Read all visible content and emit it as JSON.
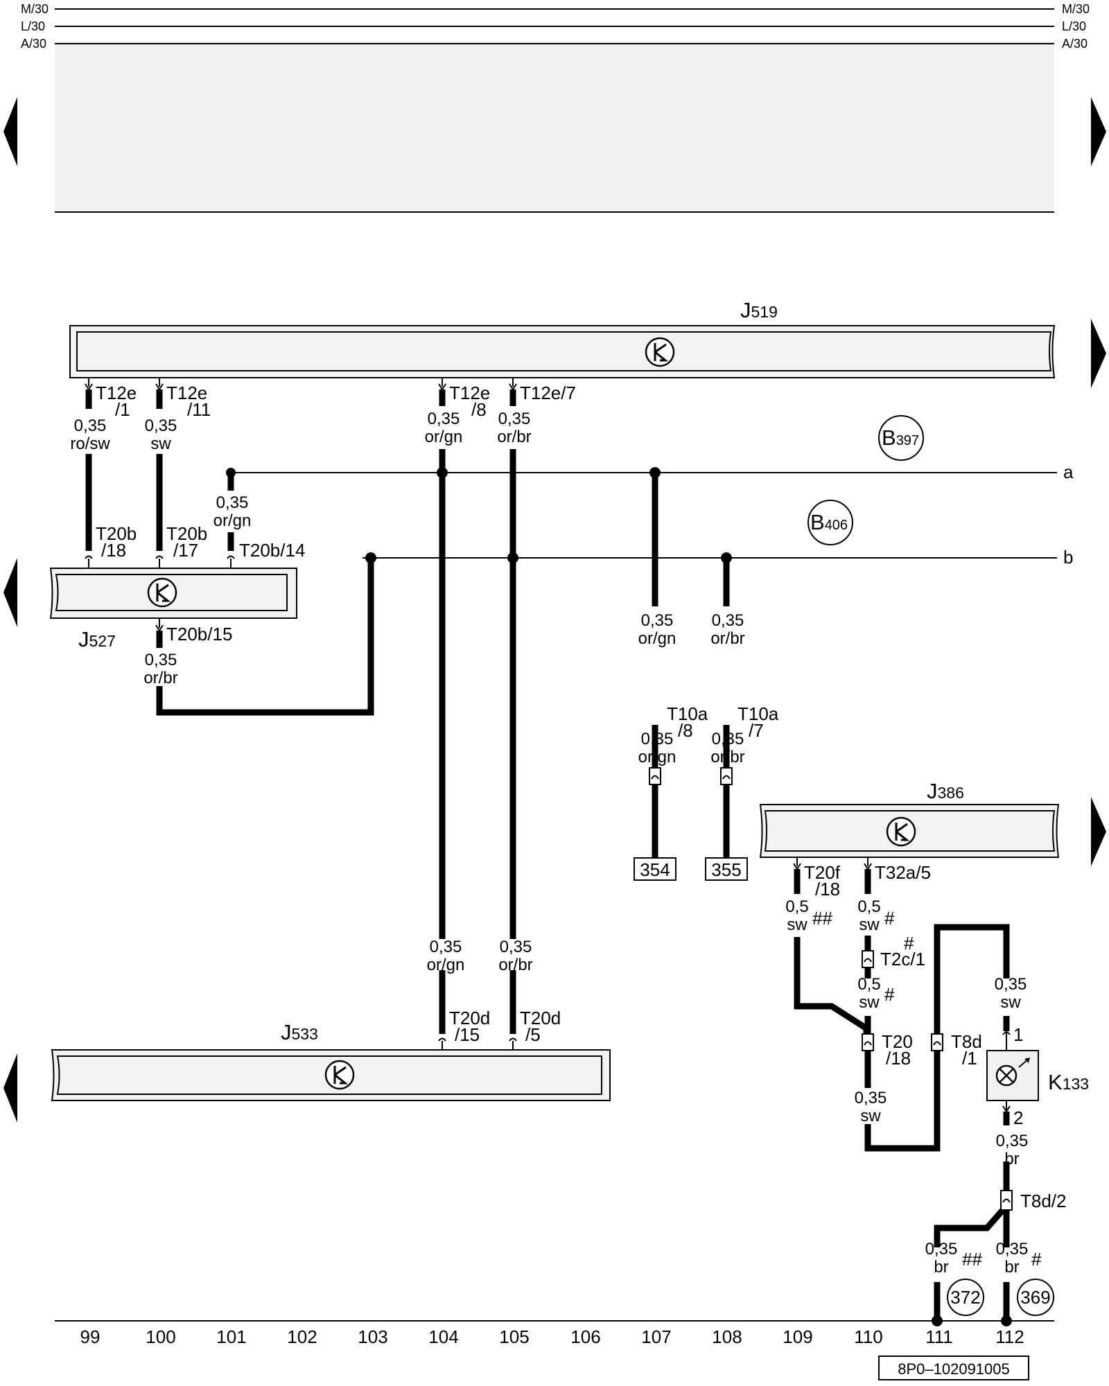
{
  "bus_lines": {
    "m30": "M/30",
    "l30": "L/30",
    "a30": "A/30"
  },
  "components": {
    "j519": {
      "letter": "J",
      "number": "519"
    },
    "j527": {
      "letter": "J",
      "number": "527"
    },
    "j533": {
      "letter": "J",
      "number": "533"
    },
    "j386": {
      "letter": "J",
      "number": "386"
    },
    "k133": {
      "letter": "K",
      "number": "133"
    },
    "b397": {
      "letter": "B",
      "number": "397"
    },
    "b406": {
      "letter": "B",
      "number": "406"
    }
  },
  "connectors": {
    "t12e_1": [
      "T12e",
      "/1"
    ],
    "t12e_11": [
      "T12e",
      "/11"
    ],
    "t12e_8": [
      "T12e",
      "/8"
    ],
    "t12e_7": "T12e/7",
    "t20b_18": [
      "T20b",
      "/18"
    ],
    "t20b_17": [
      "T20b",
      "/17"
    ],
    "t20b_14": "T20b/14",
    "t20b_15": "T20b/15",
    "t10a_8": [
      "T10a",
      "/8"
    ],
    "t10a_7": [
      "T10a",
      "/7"
    ],
    "t20d_15": [
      "T20d",
      "/15"
    ],
    "t20d_5": [
      "T20d",
      "/5"
    ],
    "t20f_18": [
      "T20f",
      "/18"
    ],
    "t32a_5": "T32a/5",
    "t2c_1": "T2c/1",
    "t20_18": [
      "T20",
      "/18"
    ],
    "t8d_1": [
      "T8d",
      "/1"
    ],
    "t8d_2": "T8d/2",
    "k133_pin1": "1",
    "k133_pin2": "2"
  },
  "wires": {
    "w99": [
      "0,35",
      "ro/sw"
    ],
    "w100": [
      "0,35",
      "sw"
    ],
    "w101": [
      "0,35",
      "or/gn"
    ],
    "w100b": [
      "0,35",
      "or/br"
    ],
    "w104_top": [
      "0,35",
      "or/gn"
    ],
    "w105_top": [
      "0,35",
      "or/br"
    ],
    "w104_bot": [
      "0,35",
      "or/gn"
    ],
    "w105_bot": [
      "0,35",
      "or/br"
    ],
    "w107_top": [
      "0,35",
      "or/gn"
    ],
    "w108_top": [
      "0,35",
      "or/br"
    ],
    "w107_bot": [
      "0,35",
      "or/gn"
    ],
    "w108_bot": [
      "0,35",
      "or/br"
    ],
    "w109": [
      "0,5",
      "sw"
    ],
    "w110_top": [
      "0,5",
      "sw"
    ],
    "w110_mid": [
      "0,5",
      "sw"
    ],
    "w110_bot": [
      "0,35",
      "sw"
    ],
    "w112_top": [
      "0,35",
      "sw"
    ],
    "w112_mid": [
      "0,35",
      "br"
    ],
    "w111_bot": [
      "0,35",
      "br"
    ],
    "w112_bot": [
      "0,35",
      "br"
    ]
  },
  "marks": {
    "hash": "#",
    "double_hash": "##"
  },
  "line_ends": {
    "a": "a",
    "b": "b"
  },
  "refs": {
    "r354": "354",
    "r355": "355",
    "r372": "372",
    "r369": "369"
  },
  "columns": [
    "99",
    "100",
    "101",
    "102",
    "103",
    "104",
    "105",
    "106",
    "107",
    "108",
    "109",
    "110",
    "111",
    "112"
  ],
  "doc_number": "8P0–102091005"
}
